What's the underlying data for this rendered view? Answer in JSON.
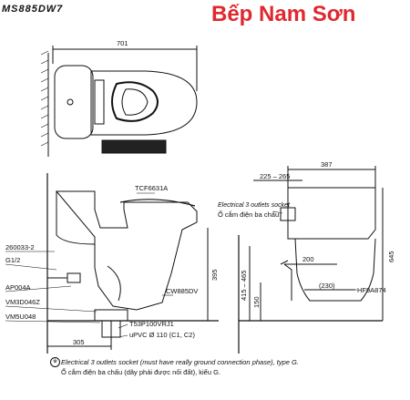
{
  "header": {
    "model": "MS885DW7",
    "brand": "Bếp Nam Sơn",
    "brand_color": "#e0282e"
  },
  "top_view": {
    "dim_width": "701"
  },
  "side_view": {
    "labels": {
      "tcf": "TCF6631A",
      "l260033": "260033-2",
      "g12": "G1/2",
      "ap004a": "AP004A",
      "vm3d": "VM3D046Z",
      "vm5u": "VM5U048",
      "cw885": "CW885DV",
      "t53p": "T53P100VRJ1",
      "upvc": "uPVC Ø 110 (C1, C2)",
      "d395": "395",
      "d305": "305"
    }
  },
  "front_view": {
    "labels": {
      "d225": "225 – 265",
      "d387": "387",
      "elec_en": "Electrical 3 outlets socket",
      "elec_vi": "Ổ cắm điện ba chấu",
      "d645": "645",
      "d415": "415 – 465",
      "d200": "200",
      "d230": "(230)",
      "hf9": "HF9A874",
      "d150": "150"
    }
  },
  "notes": {
    "mark": "※",
    "line1": "Electrical 3 outlets socket (must have really ground connection phase), type G.",
    "line2": "Ổ cắm điện ba chấu (dây phải được nối đất), kiểu G."
  }
}
